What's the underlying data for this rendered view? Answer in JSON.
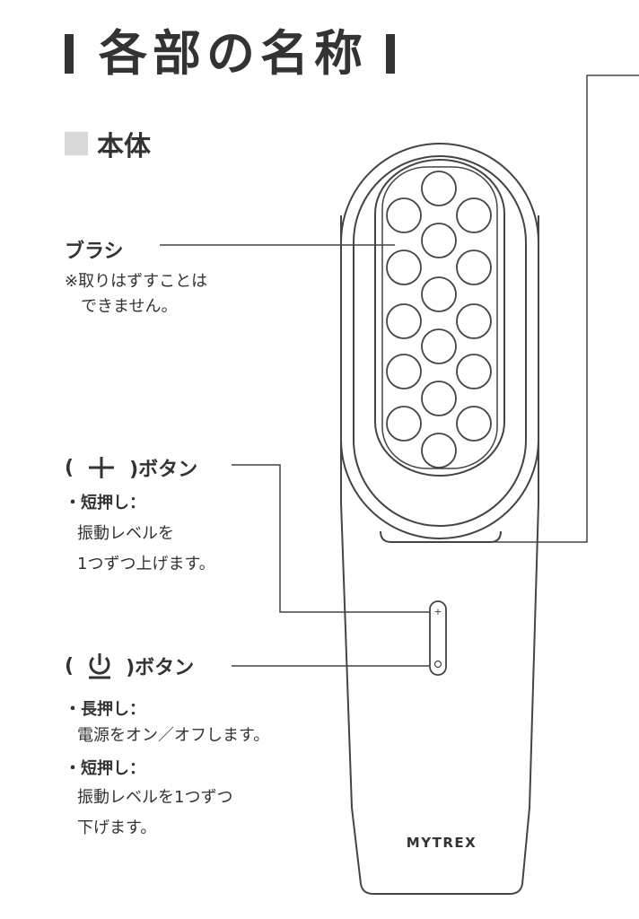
{
  "title": "各部の名称",
  "section": "本体",
  "brush": {
    "label": "ブラシ",
    "note": "※取りはずすことは\n　できません。"
  },
  "plus_button": {
    "open": "(",
    "close": ")ボタン",
    "short_press": "・短押し：",
    "short_desc": "振動レベルを\n1つずつ上げます。"
  },
  "power_button": {
    "open": "(",
    "close": ")ボタン",
    "long_press": "・長押し：",
    "long_desc": "電源をオン／オフします。",
    "short_press": "・短押し：",
    "short_desc": "振動レベルを1つずつ\n下げます。"
  },
  "brand": "MYTREX",
  "icons": {
    "plus": "plus-icon",
    "power": "power-icon"
  },
  "colors": {
    "text": "#333333",
    "line": "#444444",
    "square": "#d9d9d9"
  }
}
